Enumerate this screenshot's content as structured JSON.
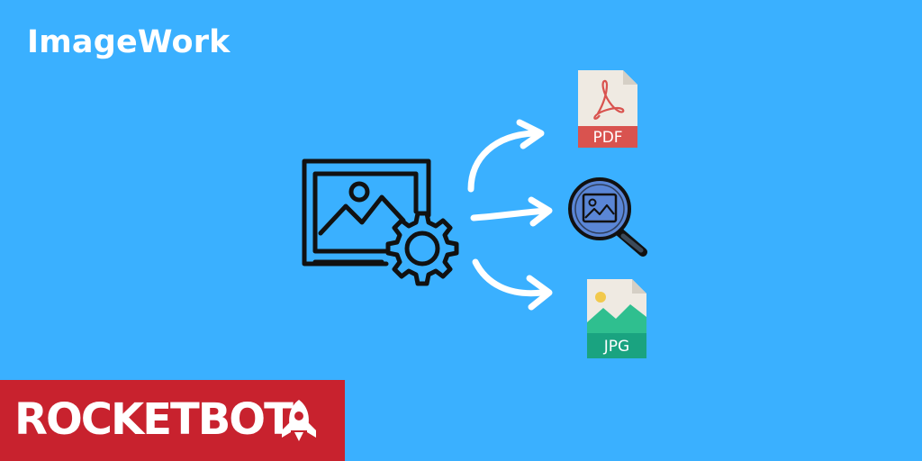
{
  "header": {
    "title": "ImageWork"
  },
  "brand": {
    "wordmark": "ROCKETBOT",
    "logo_icon": "rocket-icon",
    "color": "#c8222e"
  },
  "illustration": {
    "main_icon": "image-settings-icon",
    "arrow_icon": "curved-arrow-icon",
    "outputs": [
      {
        "icon": "pdf-file-icon",
        "label": "PDF",
        "color": "#d9534f"
      },
      {
        "icon": "image-zoom-icon",
        "label": ""
      },
      {
        "icon": "jpg-file-icon",
        "label": "JPG",
        "color": "#1aa380"
      }
    ]
  },
  "colors": {
    "background": "#3ab0ff",
    "text": "#ffffff"
  }
}
